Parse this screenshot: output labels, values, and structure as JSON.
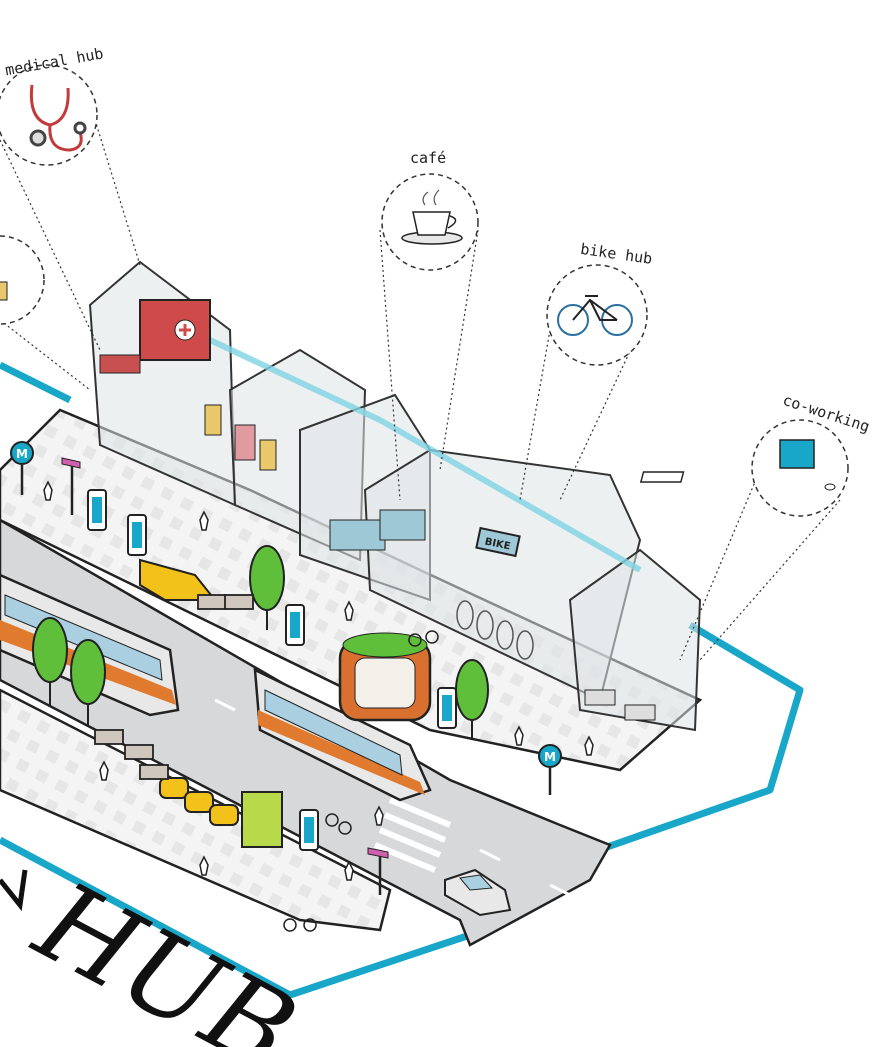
{
  "callouts": {
    "medical": "medical hub",
    "cafe": "café",
    "bike": "bike hub",
    "coworking": "co-working"
  },
  "signs": {
    "bike_shop": "BIKE",
    "metro": "M"
  },
  "title": {
    "partial": "HUB"
  },
  "colors": {
    "accent": "#19a7c9",
    "road": "#d7d8da",
    "sidewalk": "#eeeeee",
    "bus": "#e07a2f",
    "taxi": "#f2c21b",
    "tree": "#5fbf3a",
    "medical": "#cf4b4b"
  },
  "icons": [
    "stethoscope-icon",
    "coffee-cup-icon",
    "bicycle-icon",
    "computer-icon",
    "metro-sign-icon"
  ]
}
